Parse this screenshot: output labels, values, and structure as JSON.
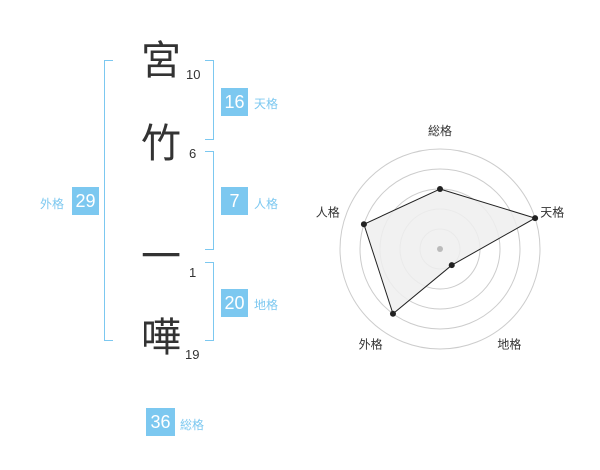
{
  "name": {
    "chars": [
      "宮",
      "竹",
      "一",
      "嘩"
    ],
    "strokes": [
      "10",
      "6",
      "1",
      "19"
    ]
  },
  "fortune": {
    "tenkaku": {
      "value": "16",
      "label": "天格"
    },
    "jinkaku": {
      "value": "7",
      "label": "人格"
    },
    "chikaku": {
      "value": "20",
      "label": "地格"
    },
    "gaikaku": {
      "value": "29",
      "label": "外格"
    },
    "soukaku": {
      "value": "36",
      "label": "総格"
    }
  },
  "chart_data": {
    "type": "radar",
    "axes": [
      "総格",
      "天格",
      "地格",
      "外格",
      "人格"
    ],
    "values": [
      3,
      5,
      1,
      4,
      4
    ],
    "max": 5,
    "rings": 5,
    "colors": {
      "fill": "#eeeeee",
      "line": "#222222",
      "grid": "#cccccc",
      "center": "#bbbbbb"
    }
  },
  "colors": {
    "accent": "#7cc8f0",
    "text": "#333333"
  }
}
